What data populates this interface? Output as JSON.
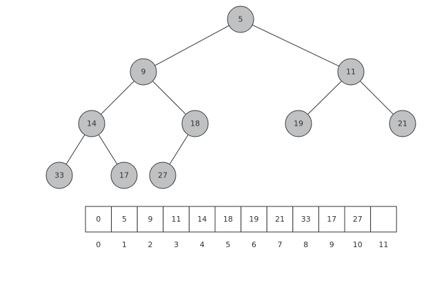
{
  "tree": {
    "nodes": [
      {
        "id": "n0",
        "label": "5"
      },
      {
        "id": "n1",
        "label": "9"
      },
      {
        "id": "n2",
        "label": "11"
      },
      {
        "id": "n3",
        "label": "14"
      },
      {
        "id": "n4",
        "label": "18"
      },
      {
        "id": "n5",
        "label": "19"
      },
      {
        "id": "n6",
        "label": "21"
      },
      {
        "id": "n7",
        "label": "33"
      },
      {
        "id": "n8",
        "label": "17"
      },
      {
        "id": "n9",
        "label": "27"
      }
    ],
    "edges": [
      [
        "n0",
        "n1"
      ],
      [
        "n0",
        "n2"
      ],
      [
        "n1",
        "n3"
      ],
      [
        "n1",
        "n4"
      ],
      [
        "n2",
        "n5"
      ],
      [
        "n2",
        "n6"
      ],
      [
        "n3",
        "n7"
      ],
      [
        "n3",
        "n8"
      ],
      [
        "n4",
        "n9"
      ]
    ]
  },
  "array": {
    "cells": [
      "0",
      "5",
      "9",
      "11",
      "14",
      "18",
      "19",
      "21",
      "33",
      "17",
      "27",
      ""
    ],
    "indices": [
      "0",
      "1",
      "2",
      "3",
      "4",
      "5",
      "6",
      "7",
      "8",
      "9",
      "10",
      "11"
    ]
  }
}
